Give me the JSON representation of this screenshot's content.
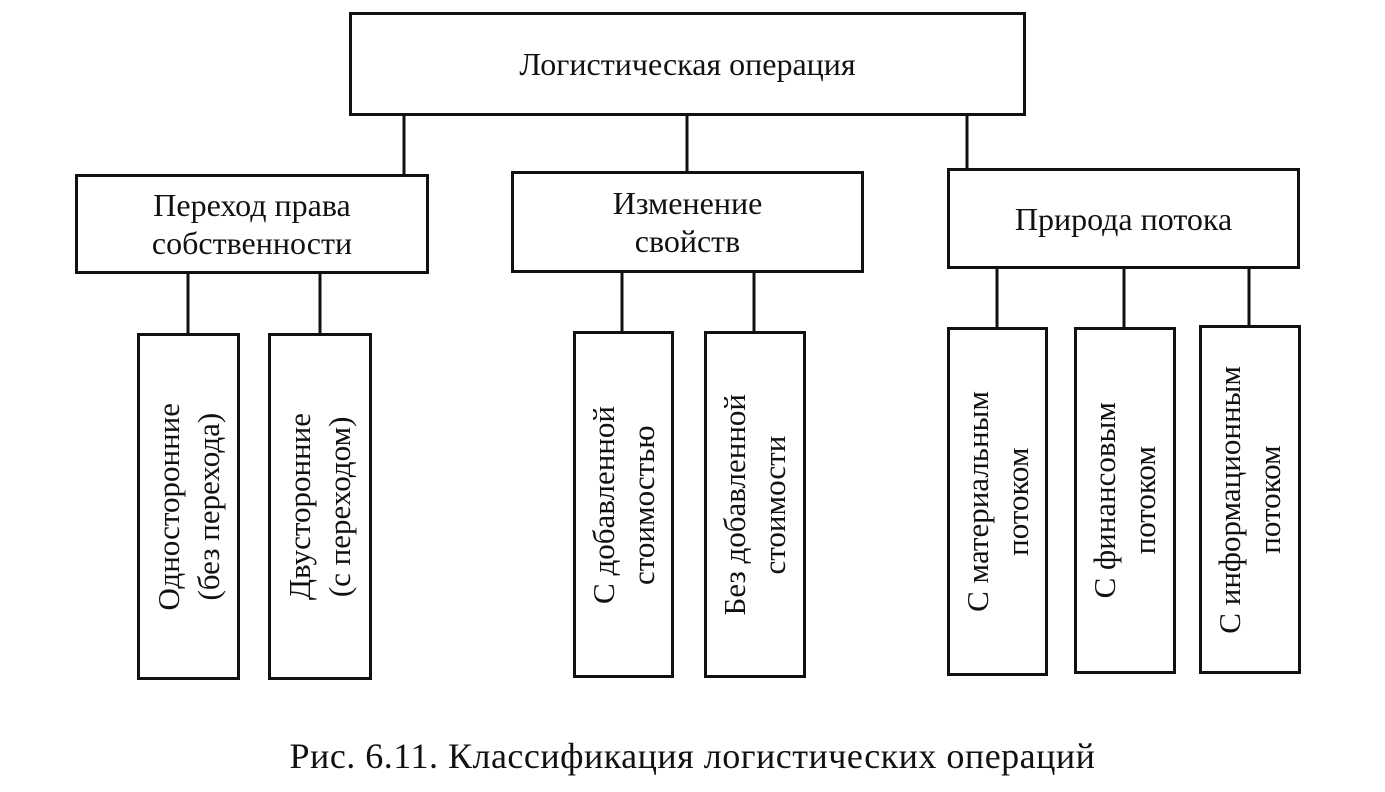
{
  "diagram": {
    "root": {
      "label": "Логистическая операция"
    },
    "groups": [
      {
        "label_lines": [
          "Переход права",
          "собственности"
        ],
        "children": [
          {
            "label_lines": [
              "Односторонние",
              "(без перехода)"
            ]
          },
          {
            "label_lines": [
              "Двусторонние",
              "(с переходом)"
            ]
          }
        ]
      },
      {
        "label_lines": [
          "Изменение",
          "свойств"
        ],
        "children": [
          {
            "label_lines": [
              "С добавленной",
              "стоимостью"
            ]
          },
          {
            "label_lines": [
              "Без добавленной",
              "стоимости"
            ]
          }
        ]
      },
      {
        "label_lines": [
          "Природа потока"
        ],
        "children": [
          {
            "label_lines": [
              "С материальным",
              "потоком"
            ]
          },
          {
            "label_lines": [
              "С финансовым",
              "потоком"
            ]
          },
          {
            "label_lines": [
              "С информационным",
              "потоком"
            ]
          }
        ]
      }
    ],
    "caption": "Рис. 6.11. Классификация логистических операций"
  }
}
